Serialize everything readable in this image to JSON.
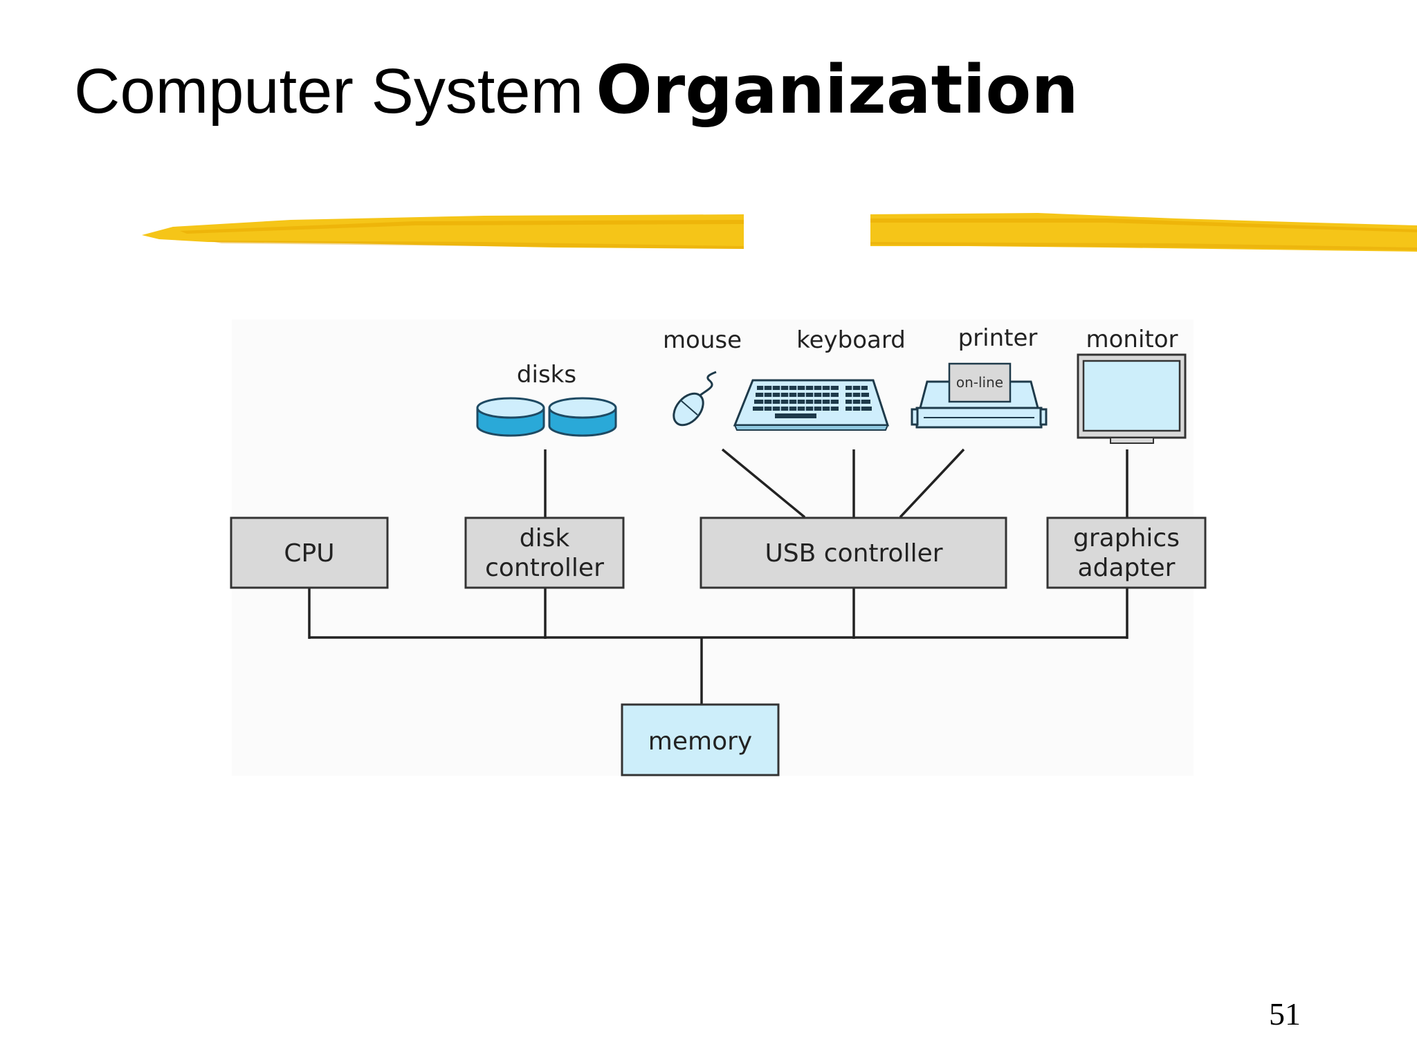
{
  "slide": {
    "title_regular": "Computer System",
    "title_bold": "Organization",
    "page_number": "51"
  },
  "diagram": {
    "devices": {
      "disks": "disks",
      "mouse": "mouse",
      "keyboard": "keyboard",
      "printer": "printer",
      "printer_panel": "on-line",
      "monitor": "monitor"
    },
    "boxes": {
      "cpu": "CPU",
      "disk_controller_line1": "disk",
      "disk_controller_line2": "controller",
      "usb_controller": "USB controller",
      "graphics_adapter_line1": "graphics",
      "graphics_adapter_line2": "adapter",
      "memory": "memory"
    }
  },
  "colors": {
    "highlight": "#f5c518",
    "box_gray": "#d9d9d9",
    "device_blue": "#bfe6f5",
    "memory_blue": "#cdeefa",
    "line": "#222222"
  }
}
